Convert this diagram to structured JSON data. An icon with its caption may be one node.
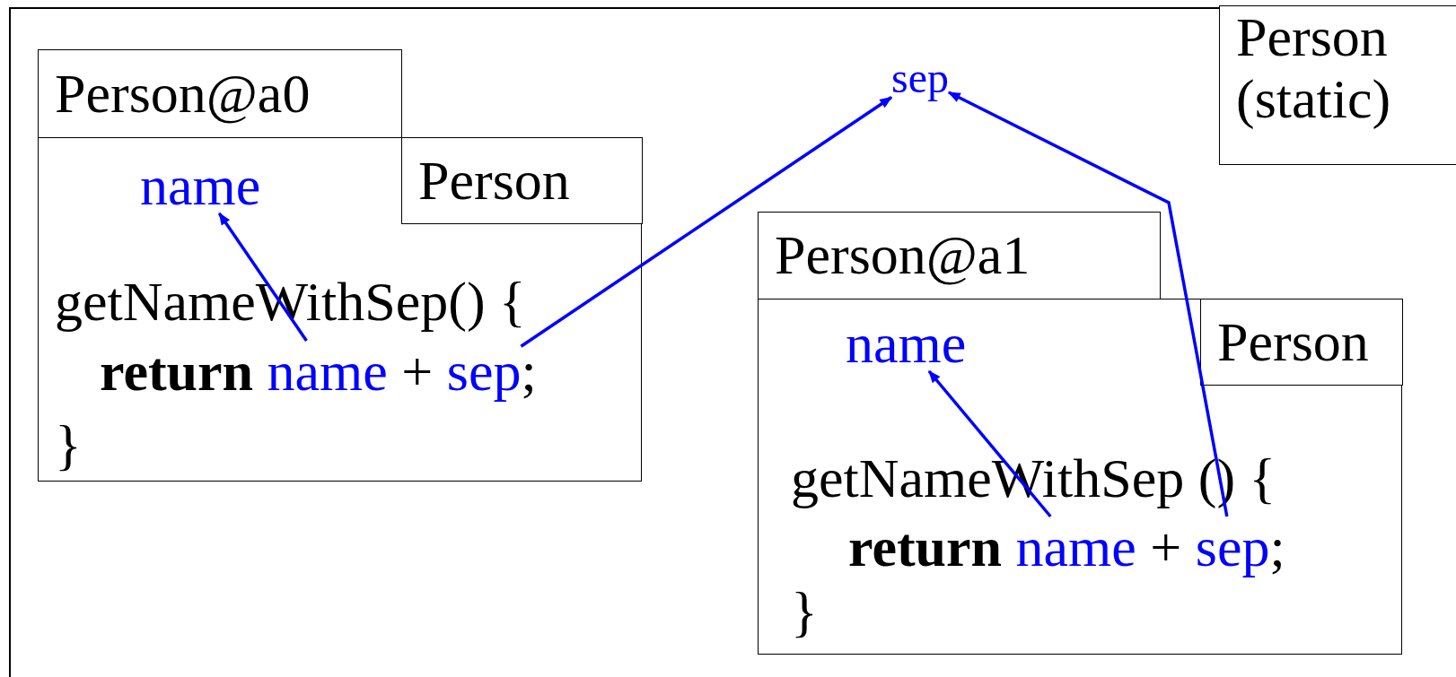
{
  "diagram": {
    "nodes": [
      {
        "text": [
          "Person@a0"
        ]
      },
      {
        "text": [],
        "shape": "box"
      },
      {
        "text": [
          "Person"
        ],
        "in": 1
      },
      {
        "text": [
          "name"
        ],
        "in": 1
      },
      {
        "text": [
          "name"
        ],
        "in": 1
      },
      {
        "text": [
          "sep"
        ],
        "in": 1
      },
      {
        "text": [
          "sep"
        ]
      },
      {
        "text": [
          "Person (static)"
        ]
      },
      {
        "text": [
          "Person@a1"
        ]
      },
      {
        "text": [],
        "shape": "box"
      },
      {
        "text": [
          "Person"
        ],
        "in": 9
      },
      {
        "text": [
          "name"
        ],
        "in": 9
      },
      {
        "text": [
          "name"
        ],
        "in": 9
      },
      {
        "text": [
          "sep"
        ],
        "in": 9
      }
    ],
    "edges": [
      {
        "from": 4,
        "to": 3,
        "arrow": "to"
      },
      {
        "from": 5,
        "to": 6,
        "arrow": "to"
      },
      {
        "from": 12,
        "to": 11,
        "arrow": "to"
      },
      {
        "from": 13,
        "to": 6,
        "arrow": "to"
      }
    ],
    "labels": [
      "getNameWithSep() {",
      "return",
      "+",
      ";",
      "}",
      "getNameWithSep () {",
      "return",
      "+",
      ";",
      "}"
    ]
  }
}
